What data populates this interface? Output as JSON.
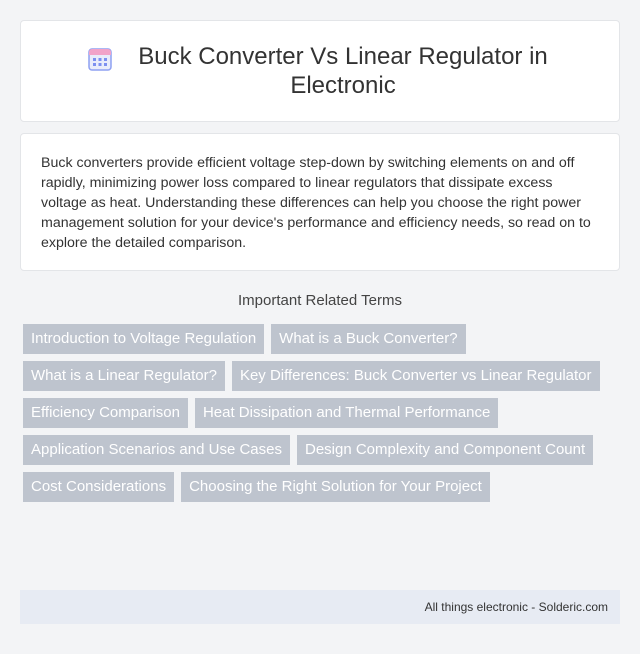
{
  "header": {
    "icon": "calendar-grid-icon",
    "title": "Buck Converter Vs Linear Regulator in Electronic"
  },
  "intro": {
    "text": "Buck converters provide efficient voltage step-down by switching elements on and off rapidly, minimizing power loss compared to linear regulators that dissipate excess voltage as heat. Understanding these differences can help you choose the right power management solution for your device's performance and efficiency needs, so read on to explore the detailed comparison."
  },
  "related": {
    "heading": "Important Related Terms",
    "terms": [
      "Introduction to Voltage Regulation",
      "What is a Buck Converter?",
      "What is a Linear Regulator?",
      "Key Differences: Buck Converter vs Linear Regulator",
      "Efficiency Comparison",
      "Heat Dissipation and Thermal Performance",
      "Application Scenarios and Use Cases",
      "Design Complexity and Component Count",
      "Cost Considerations",
      "Choosing the Right Solution for Your Project"
    ]
  },
  "footer": {
    "text": "All things electronic - Solderic.com"
  },
  "colors": {
    "background": "#f3f4f6",
    "tag_bg": "#bec4ce",
    "footer_bg": "#e7ebf3",
    "icon_accent": "#7b8ff0"
  }
}
